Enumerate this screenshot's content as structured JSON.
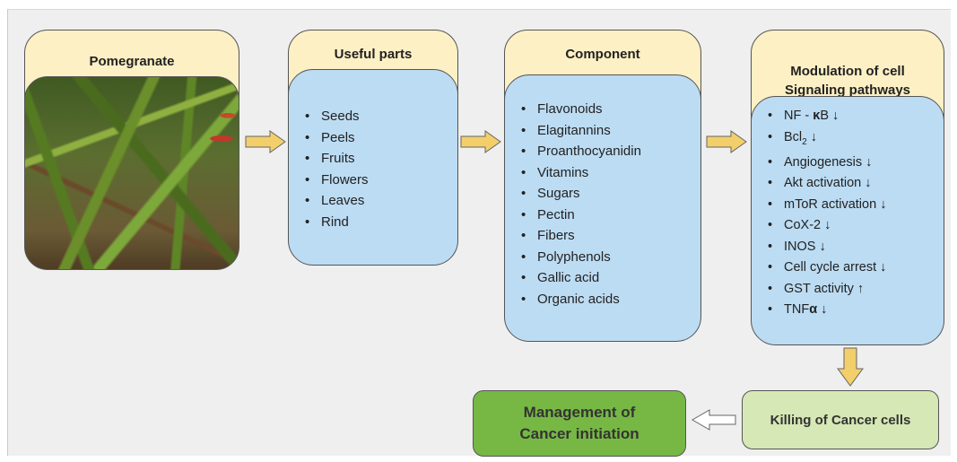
{
  "columns": [
    {
      "header": [
        "Pomegranate"
      ],
      "image": "pomegranate-leaves-photo"
    },
    {
      "header": [
        "Useful parts"
      ],
      "items": [
        "Seeds",
        "Peels",
        "Fruits",
        "Flowers",
        "Leaves",
        "Rind"
      ]
    },
    {
      "header": [
        "Component"
      ],
      "items": [
        "Flavonoids",
        "Elagitannins",
        "Proanthocyanidin",
        "Vitamins",
        "Sugars",
        "Pectin",
        "Fibers",
        "Polyphenols",
        "Gallic acid",
        "Organic acids"
      ]
    },
    {
      "header": [
        "Modulation of cell",
        "Signaling pathways"
      ],
      "items": [
        {
          "text": "NF - ",
          "bold": "κ",
          "mid": "B",
          "arrow": "↓"
        },
        {
          "text": "Bcl",
          "sub": "2",
          "arrow": "↓"
        },
        {
          "text": "Angiogenesis",
          "arrow": "↓"
        },
        {
          "text": "Akt activation",
          "arrow": "↓"
        },
        {
          "text": "mToR activation",
          "arrow": "↓"
        },
        {
          "text": "CoX-2",
          "arrow": "↓"
        },
        {
          "text": "INOS",
          "arrow": "↓"
        },
        {
          "text": "Cell cycle arrest",
          "arrow": "↓"
        },
        {
          "text": "GST activity",
          "arrow": "↑"
        },
        {
          "text": "TNF",
          "bold": "α",
          "arrow": "↓"
        }
      ]
    }
  ],
  "killing_box": "Killing of Cancer cells",
  "management_box": [
    "Management of",
    "Cancer initiation"
  ],
  "colors": {
    "header": "#fdf0c5",
    "card": "#bcdcf3",
    "arrow": "#f2cf6b",
    "killing": "#d6e8b5",
    "management": "#77b845"
  }
}
